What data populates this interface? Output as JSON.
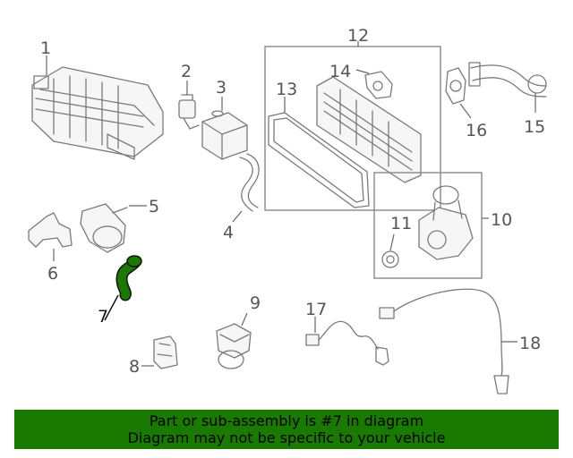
{
  "diagram": {
    "callouts": [
      "1",
      "2",
      "3",
      "4",
      "5",
      "6",
      "7",
      "8",
      "9",
      "10",
      "11",
      "12",
      "13",
      "14",
      "15",
      "16",
      "17",
      "18"
    ],
    "highlighted_part": "7",
    "highlight_color": "#1a7a00"
  },
  "banner": {
    "line1": "Part or sub-assembly is #7 in diagram",
    "line2": "Diagram may not be specific to your vehicle",
    "background": "#1a7a00"
  }
}
